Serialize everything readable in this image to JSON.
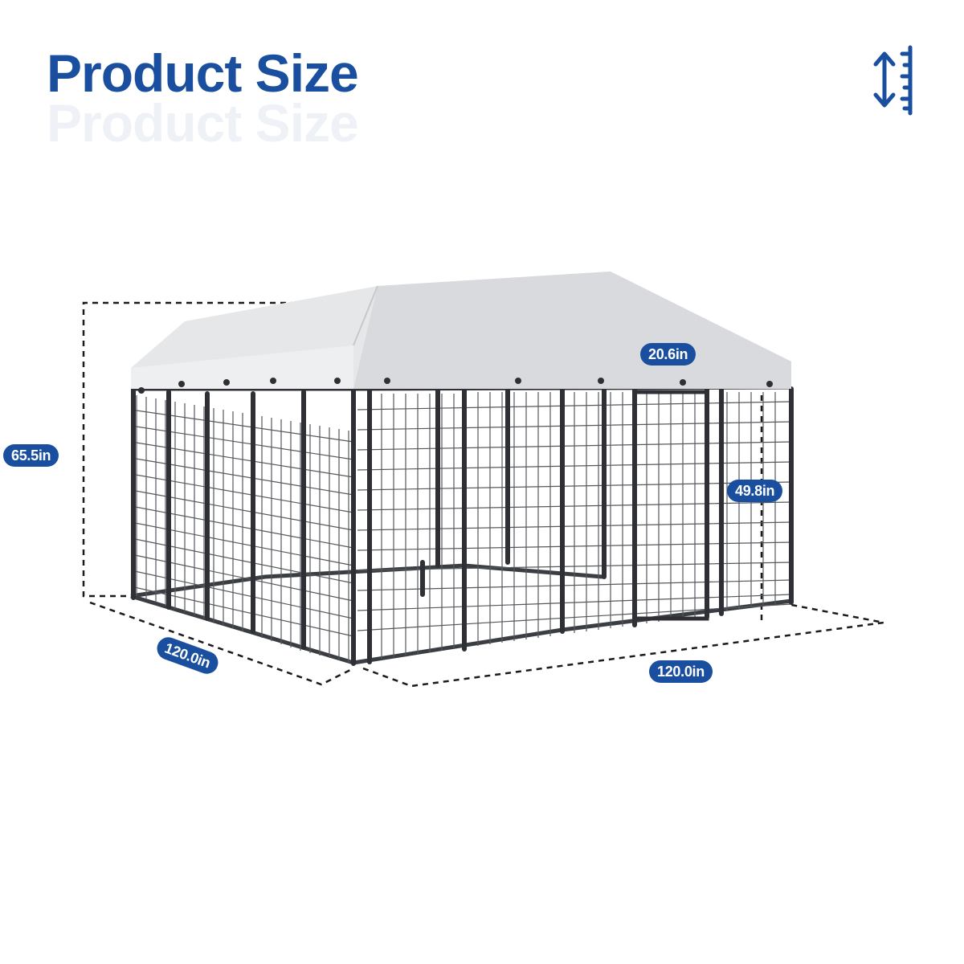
{
  "title": "Product Size",
  "title_reflection": "Product Size",
  "icon": "height-ruler-icon",
  "colors": {
    "brand": "#1a4f9f",
    "frame": "#3a3d42",
    "roof": "#e6e7e9",
    "dashed": "#1b1b1b"
  },
  "dimensions": {
    "height": "65.5in",
    "depth": "120.0in",
    "width": "120.0in",
    "door_width": "20.6in",
    "door_height": "49.8in"
  }
}
